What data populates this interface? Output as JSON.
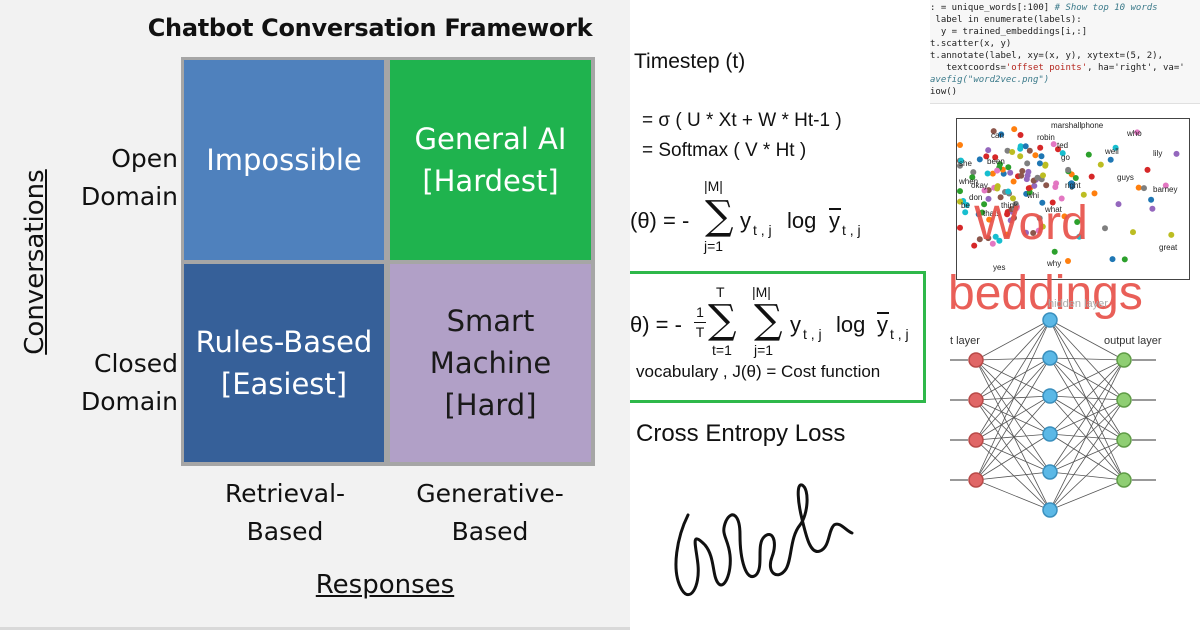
{
  "framework": {
    "title": "Chatbot Conversation Framework",
    "cells": {
      "open_retrieval": [
        "Impossible"
      ],
      "open_generative": [
        "General AI",
        "[Hardest]"
      ],
      "closed_retrieval": [
        "Rules-Based",
        "[Easiest]"
      ],
      "closed_generative": [
        "Smart",
        "Machine",
        "[Hard]"
      ]
    },
    "rows": {
      "open": [
        "Open",
        "Domain"
      ],
      "closed": [
        "Closed",
        "Domain"
      ]
    },
    "columns": {
      "retrieval": [
        "Retrieval-",
        "Based"
      ],
      "generative": [
        "Generative-",
        "Based"
      ]
    },
    "x_axis_title": "Responses",
    "y_axis_title": "Conversations",
    "colors": {
      "impossible": "#4f81bd",
      "general_ai": "#1fb34e",
      "rules_based": "#366099",
      "smart_machine": "#b1a0c7"
    }
  },
  "math": {
    "timestep": "Timestep (t)",
    "eq1": "=  σ ( U * Xt + W * Ht-1 )",
    "eq2": "=  Softmax ( V * Ht )",
    "loss1": {
      "lhs": "(θ) = -",
      "upper": "|M|",
      "lower": "j=1",
      "y": "y",
      "sub": "t , j",
      "log": "log"
    },
    "loss2": {
      "lhs": "θ) = -",
      "frac_num": "1",
      "frac_den": "T",
      "upper_t": "T",
      "lower_t": "t=1",
      "upper_m": "|M|",
      "lower_m": "j=1",
      "y": "y",
      "sub": "t , j",
      "log": "log"
    },
    "vocab_note": "vocabulary , J(θ) = Cost function",
    "caption": "Cross Entropy Loss",
    "highlight_color": "#2fb84a"
  },
  "right": {
    "code_lines": [
      {
        "text": ": = unique_words[:100] ",
        "comment": "# Show top 10 words"
      },
      {
        "text": " label in enumerate(labels):",
        "comment": ""
      },
      {
        "text": "  y = trained_embeddings[i,:]",
        "comment": ""
      },
      {
        "text": "t.scatter(x, y)",
        "comment": ""
      },
      {
        "text": "t.annotate(label, xy=(x, y), xytext=(5, 2),",
        "comment": ""
      },
      {
        "text": "   textcoords=",
        "str": "'offset points'",
        "rest": ", ha='right', va='"
      },
      {
        "text": "avefig(\"word2vec.png\")",
        "comment": ""
      },
      {
        "text": "iow()",
        "comment": ""
      }
    ],
    "scatter_words": [
      "marshall",
      "phone",
      "who",
      "can",
      "robin",
      "ted",
      "lily",
      "she",
      "been",
      "go",
      "when",
      "okay",
      "guys",
      "barney",
      "right",
      "don",
      "be",
      "think",
      "thats",
      "what",
      "great",
      "yes",
      "why",
      "well",
      "whi"
    ],
    "overlay_line1": "Word",
    "overlay_line2": "beddings",
    "nn_partial": "hidden layer",
    "nn_input": "t layer",
    "nn_output": "output layer"
  }
}
